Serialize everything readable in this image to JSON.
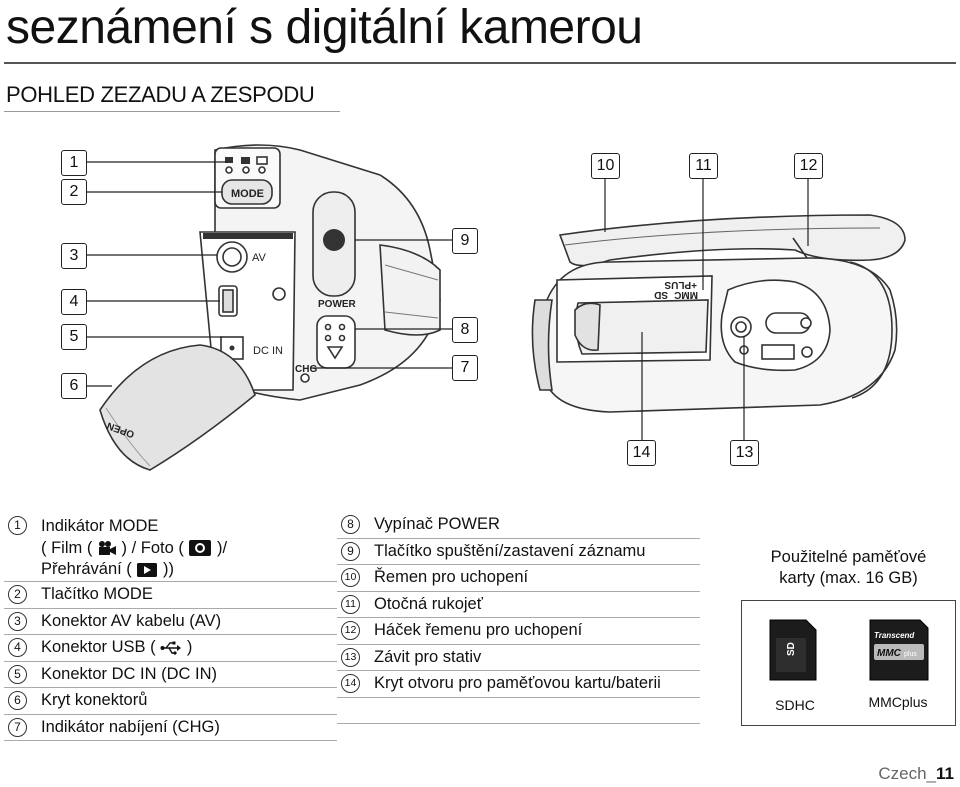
{
  "page_title": "seznámení s digitální kamerou",
  "section_heading": "POHLED ZEZADU A ZESPODU",
  "callouts": [
    "1",
    "2",
    "3",
    "4",
    "5",
    "6",
    "7",
    "8",
    "9",
    "10",
    "11",
    "12",
    "13",
    "14"
  ],
  "diagram_labels": {
    "mode_button": "MODE",
    "av": "AV",
    "dc_in": "DC IN",
    "power": "POWER",
    "chg": "CHG",
    "open": "OPEN",
    "mmc": "MMC",
    "sd": "SD",
    "plus": "+PLUS"
  },
  "legend_left": [
    {
      "num": "1",
      "lines": [
        "Indikátor MODE",
        "( Film (",
        ") / Foto (",
        ")/",
        "Přehrávání (",
        "))"
      ]
    },
    {
      "num": "2",
      "text": "Tlačítko MODE"
    },
    {
      "num": "3",
      "text": "Konektor AV kabelu (AV)"
    },
    {
      "num": "4",
      "text_before": "Konektor USB (",
      "text_after": " )"
    },
    {
      "num": "5",
      "text": "Konektor DC IN (DC IN)"
    },
    {
      "num": "6",
      "text": "Kryt konektorů"
    },
    {
      "num": "7",
      "text": "Indikátor nabíjení (CHG)"
    }
  ],
  "legend_right": [
    {
      "num": "8",
      "text": "Vypínač POWER"
    },
    {
      "num": "9",
      "text": "Tlačítko spuštění/zastavení záznamu"
    },
    {
      "num": "10",
      "text": "Řemen pro uchopení"
    },
    {
      "num": "11",
      "text": "Otočná rukojeť"
    },
    {
      "num": "12",
      "text": "Háček řemenu pro uchopení"
    },
    {
      "num": "13",
      "text": "Závit pro stativ"
    },
    {
      "num": "14",
      "text": "Kryt otvoru pro paměťovou kartu/baterii"
    }
  ],
  "cards": {
    "title_line1": "Použitelné paměťové",
    "title_line2": "karty (max. 16 GB)",
    "sdhc_label": "SDHC",
    "mmcplus_label": "MMCplus",
    "transcend": "Transcend",
    "mmc_logo": "MMC",
    "plus_logo": "plus"
  },
  "footer": {
    "lang": "Czech_",
    "page": "11"
  }
}
